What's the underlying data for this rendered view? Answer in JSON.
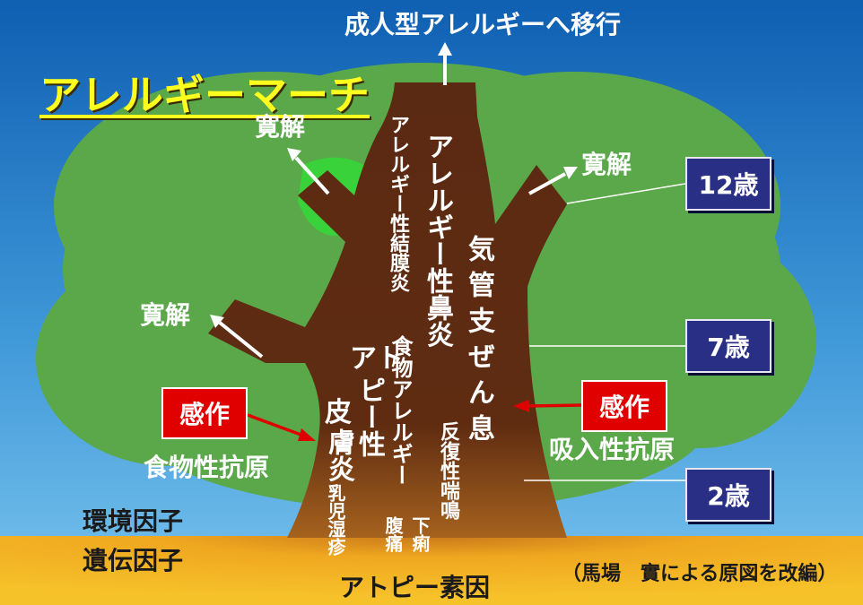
{
  "title": "アレルギーマーチ",
  "top_caption": "成人型アレルギーへ移行",
  "remission": {
    "left_upper": "寛解",
    "right_upper": "寛解",
    "left_lower": "寛解"
  },
  "trunk": {
    "conjunctivitis": "アレルギー性結膜炎",
    "rhinitis": "アレルギー性鼻炎",
    "asthma": "気管支ぜん息",
    "dermatitis": "アトピー性皮膚炎",
    "food_allergy": "食物アレルギー",
    "recurrent_wheeze": "反復性喘鳴",
    "infant_eczema": "乳児湿疹",
    "diarrhea": "下痢",
    "abdominal_pain": "腹痛"
  },
  "sensitization": {
    "left_label": "感作",
    "right_label": "感作",
    "food_antigen": "食物性抗原",
    "inhaled_antigen": "吸入性抗原"
  },
  "ages": [
    "12歳",
    "7歳",
    "2歳"
  ],
  "factors": {
    "environment": "環境因子",
    "heredity": "遺伝因子"
  },
  "root_label": "アトピー素因",
  "credit": "（馬場　實による原図を改編）",
  "colors": {
    "sky": "#4aa8e0",
    "foliage": "#5aa84a",
    "trunk": "#5a2a12",
    "ground": "#f2b020",
    "title": "#ffff1f",
    "age_box": "#2a2f86",
    "sensitize_box": "#e00000"
  }
}
